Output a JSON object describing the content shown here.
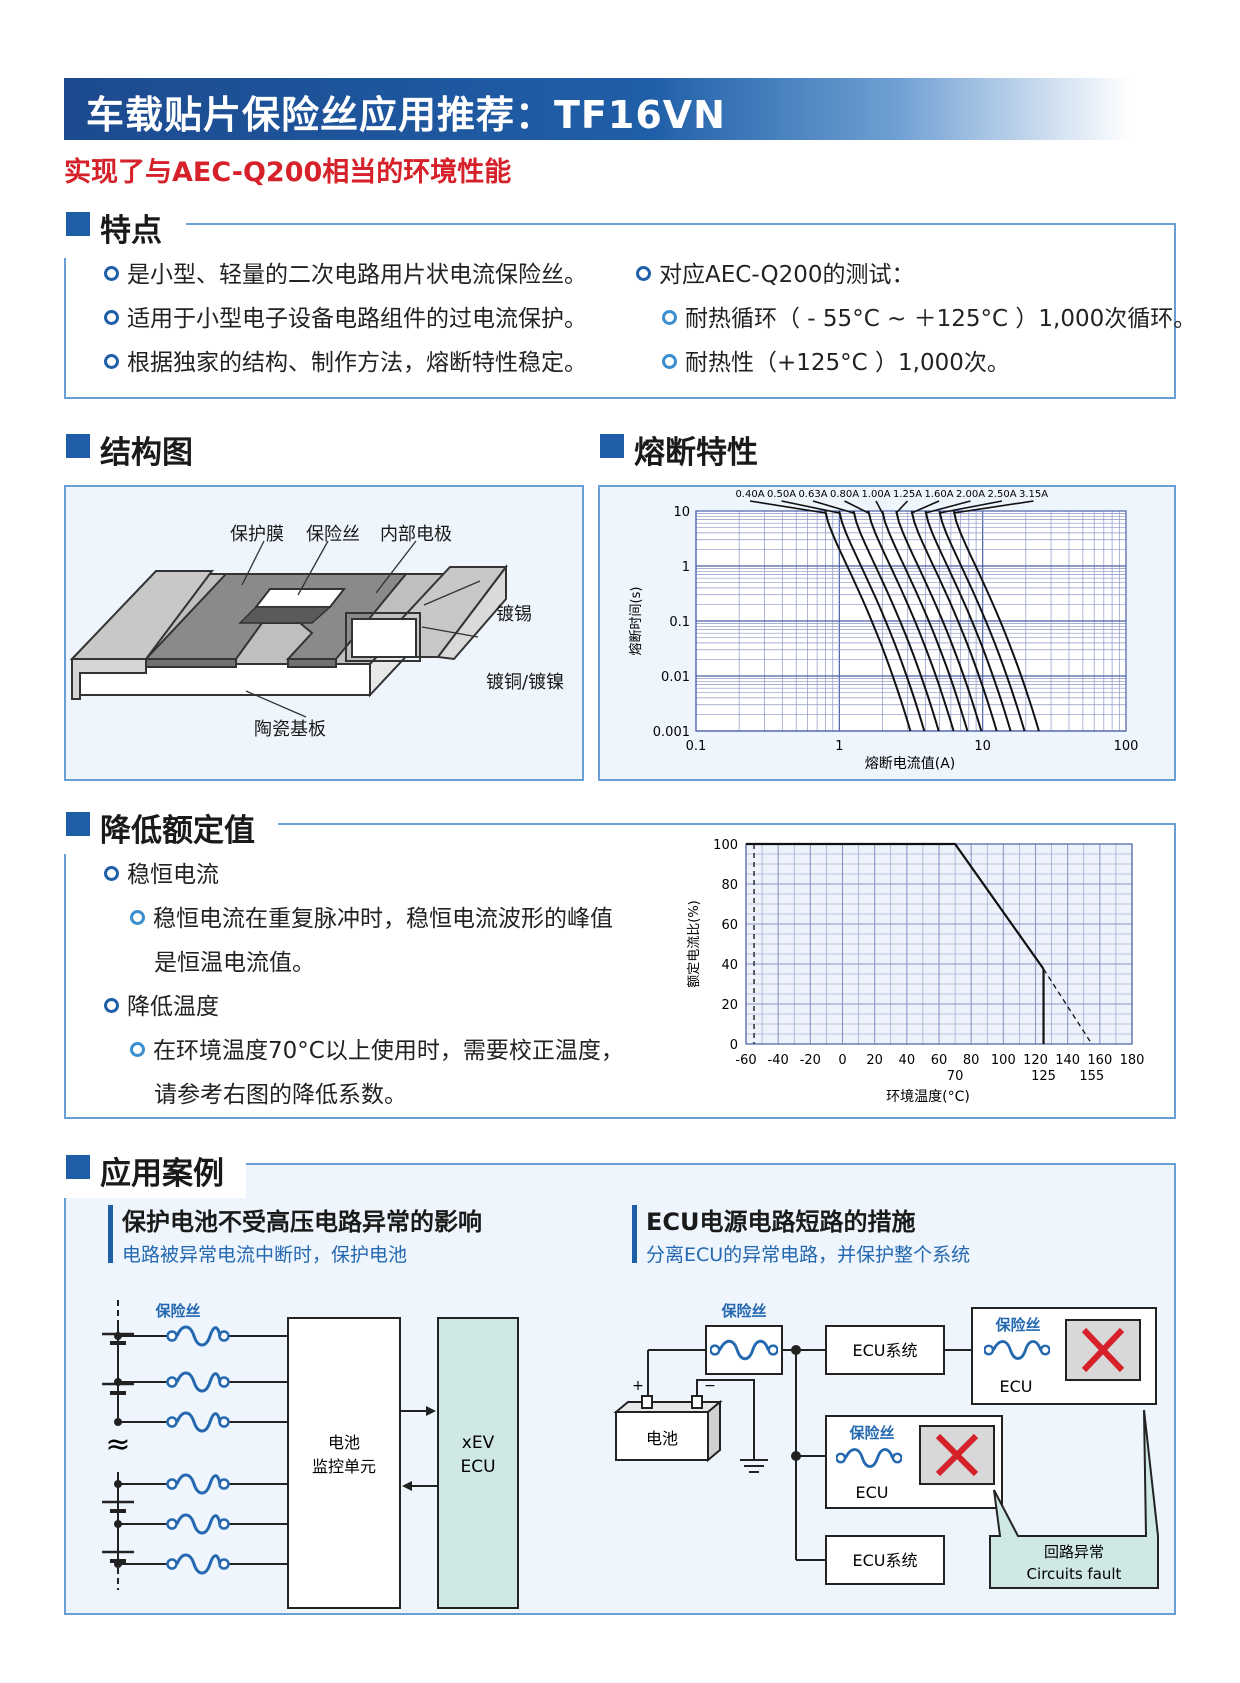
{
  "title": "车载贴片保险丝应用推荐：TF16VN",
  "subtitle": "实现了与AEC-Q200相当的环境性能",
  "features": {
    "heading": "特点",
    "left": [
      "是小型、轻量的二次电路用片状电流保险丝。",
      "适用于小型电子设备电路组件的过电流保护。",
      "根据独家的结构、制作方法，熔断特性稳定。"
    ],
    "right_title": "对应AEC-Q200的测试：",
    "right_items": [
      "耐热循环（ - 55°C ~ ＋125°C ）1,000次循环。",
      "耐热性（+125°C ）1,000次。"
    ]
  },
  "structure": {
    "heading": "结构图",
    "labels": {
      "film": "保护膜",
      "fuse": "保险丝",
      "electrode": "内部电极",
      "tin": "镀锡",
      "cuni": "镀铜/镀镍",
      "ceramic": "陶瓷基板"
    }
  },
  "fusing": {
    "heading": "熔断特性",
    "ylabel": "熔断时间(s)",
    "xlabel": "熔断电流值(A)",
    "xticks": [
      "0.1",
      "1",
      "10",
      "100"
    ],
    "yticks": [
      "10",
      "1",
      "0.1",
      "0.01",
      "0.001"
    ],
    "ratings": [
      "0.40A",
      "0.50A",
      "0.63A",
      "0.80A",
      "1.00A",
      "1.25A",
      "1.60A",
      "2.00A",
      "2.50A",
      "3.15A"
    ]
  },
  "derating": {
    "heading": "降低额定值",
    "items": [
      {
        "title": "稳恒电流",
        "desc": [
          "稳恒电流在重复脉冲时，稳恒电流波形的峰值",
          "是恒温电流值。"
        ]
      },
      {
        "title": "降低温度",
        "desc": [
          "在环境温度70°C以上使用时，需要校正温度，",
          "请参考右图的降低系数。"
        ]
      }
    ],
    "ylabel": "额定电流比(%)",
    "xlabel": "环境温度(°C)",
    "yticks": [
      "100",
      "80",
      "60",
      "40",
      "20",
      "0"
    ],
    "xticks": [
      "-60",
      "-40",
      "-20",
      "0",
      "20",
      "40",
      "60",
      "80",
      "100",
      "120",
      "140",
      "160",
      "180"
    ],
    "xmarks": [
      "70",
      "125",
      "155"
    ]
  },
  "chart_data": {
    "type": "line",
    "x": [
      -60,
      70,
      125,
      155
    ],
    "y": [
      100,
      100,
      37.5,
      0
    ],
    "xlabel": "环境温度(°C)",
    "ylabel": "额定电流比(%)",
    "xlim": [
      -60,
      180
    ],
    "ylim": [
      0,
      100
    ]
  },
  "cases": {
    "heading": "应用案例",
    "left_title": "保护电池不受高压电路异常的影响",
    "left_sub": "电路被异常电流中断时，保护电池",
    "right_title": "ECU电源电路短路的措施",
    "right_sub": "分离ECU的异常电路，并保护整个系统",
    "fuse_label": "保险丝",
    "bms": [
      "电池",
      "监控单元"
    ],
    "xev": [
      "xEV",
      "ECU"
    ],
    "battery": "电池",
    "ecu_system": "ECU系统",
    "ecu": "ECU",
    "fault": [
      "回路异常",
      "Circuits fault"
    ],
    "plus": "+",
    "minus": "−",
    "approx": "≈"
  }
}
